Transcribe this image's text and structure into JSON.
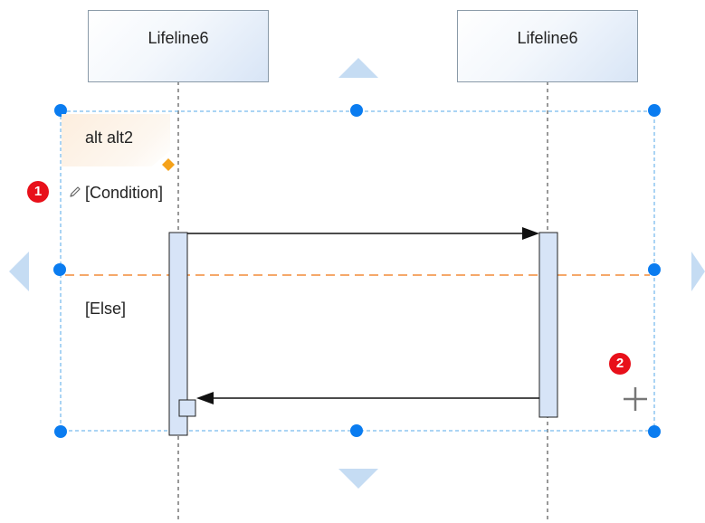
{
  "lifelines": [
    {
      "name": "Lifeline6"
    },
    {
      "name": "Lifeline6"
    }
  ],
  "fragment": {
    "label": "alt alt2",
    "guards": [
      {
        "text": "[Condition]"
      },
      {
        "text": "[Else]"
      }
    ]
  },
  "messages": [
    {
      "from": "lifeline-1",
      "to": "lifeline-2",
      "kind": "synchronous"
    },
    {
      "from": "lifeline-2",
      "to": "lifeline-1",
      "kind": "synchronous"
    }
  ],
  "badges": [
    {
      "number": "1",
      "target": "guard-condition"
    },
    {
      "number": "2",
      "target": "add-operand"
    }
  ],
  "icons": [
    "edit-pencil-icon",
    "add-plus-icon",
    "nav-arrow-up-icon",
    "nav-arrow-down-icon",
    "nav-arrow-left-icon",
    "nav-arrow-right-icon"
  ],
  "colors": {
    "selection": "#0a7cf0",
    "selection_border": "#55a8e8",
    "operand_separator": "#f5a86a",
    "frame_diamond": "#f5a21a",
    "activation_fill": "#d7e4f7",
    "badge": "#e8101a",
    "nav_arrow": "#c5dcf3",
    "lifeline_dash": "#333333"
  }
}
